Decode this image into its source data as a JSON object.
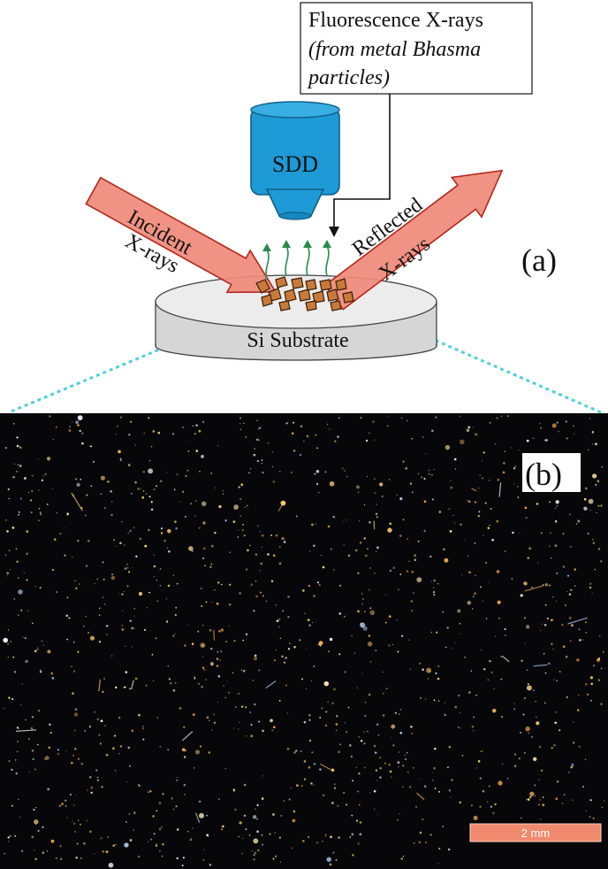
{
  "panel_a": {
    "label": "(a)",
    "callout": {
      "line1": "Fluorescence X-rays",
      "line2": "(from metal Bhasma",
      "line3": "particles)"
    },
    "detector_label": "SDD",
    "incident_line1": "Incident",
    "incident_line2": "X-rays",
    "reflected_line1": "Reflected",
    "reflected_line2": "X-rays",
    "substrate_label": "Si Substrate"
  },
  "panel_b": {
    "label": "(b)",
    "scale_bar_label": "2 mm"
  },
  "colors": {
    "detector": "#1e9ad6",
    "arrow_fill": "#f08a7a",
    "arrow_stroke": "#b0281a",
    "particles": "#c87a3a",
    "substrate": "#d6d6d6",
    "zoom_lines": "#4fd0d6",
    "micrograph_bg": "#07070a",
    "scale_bar": "#f08a6e"
  }
}
